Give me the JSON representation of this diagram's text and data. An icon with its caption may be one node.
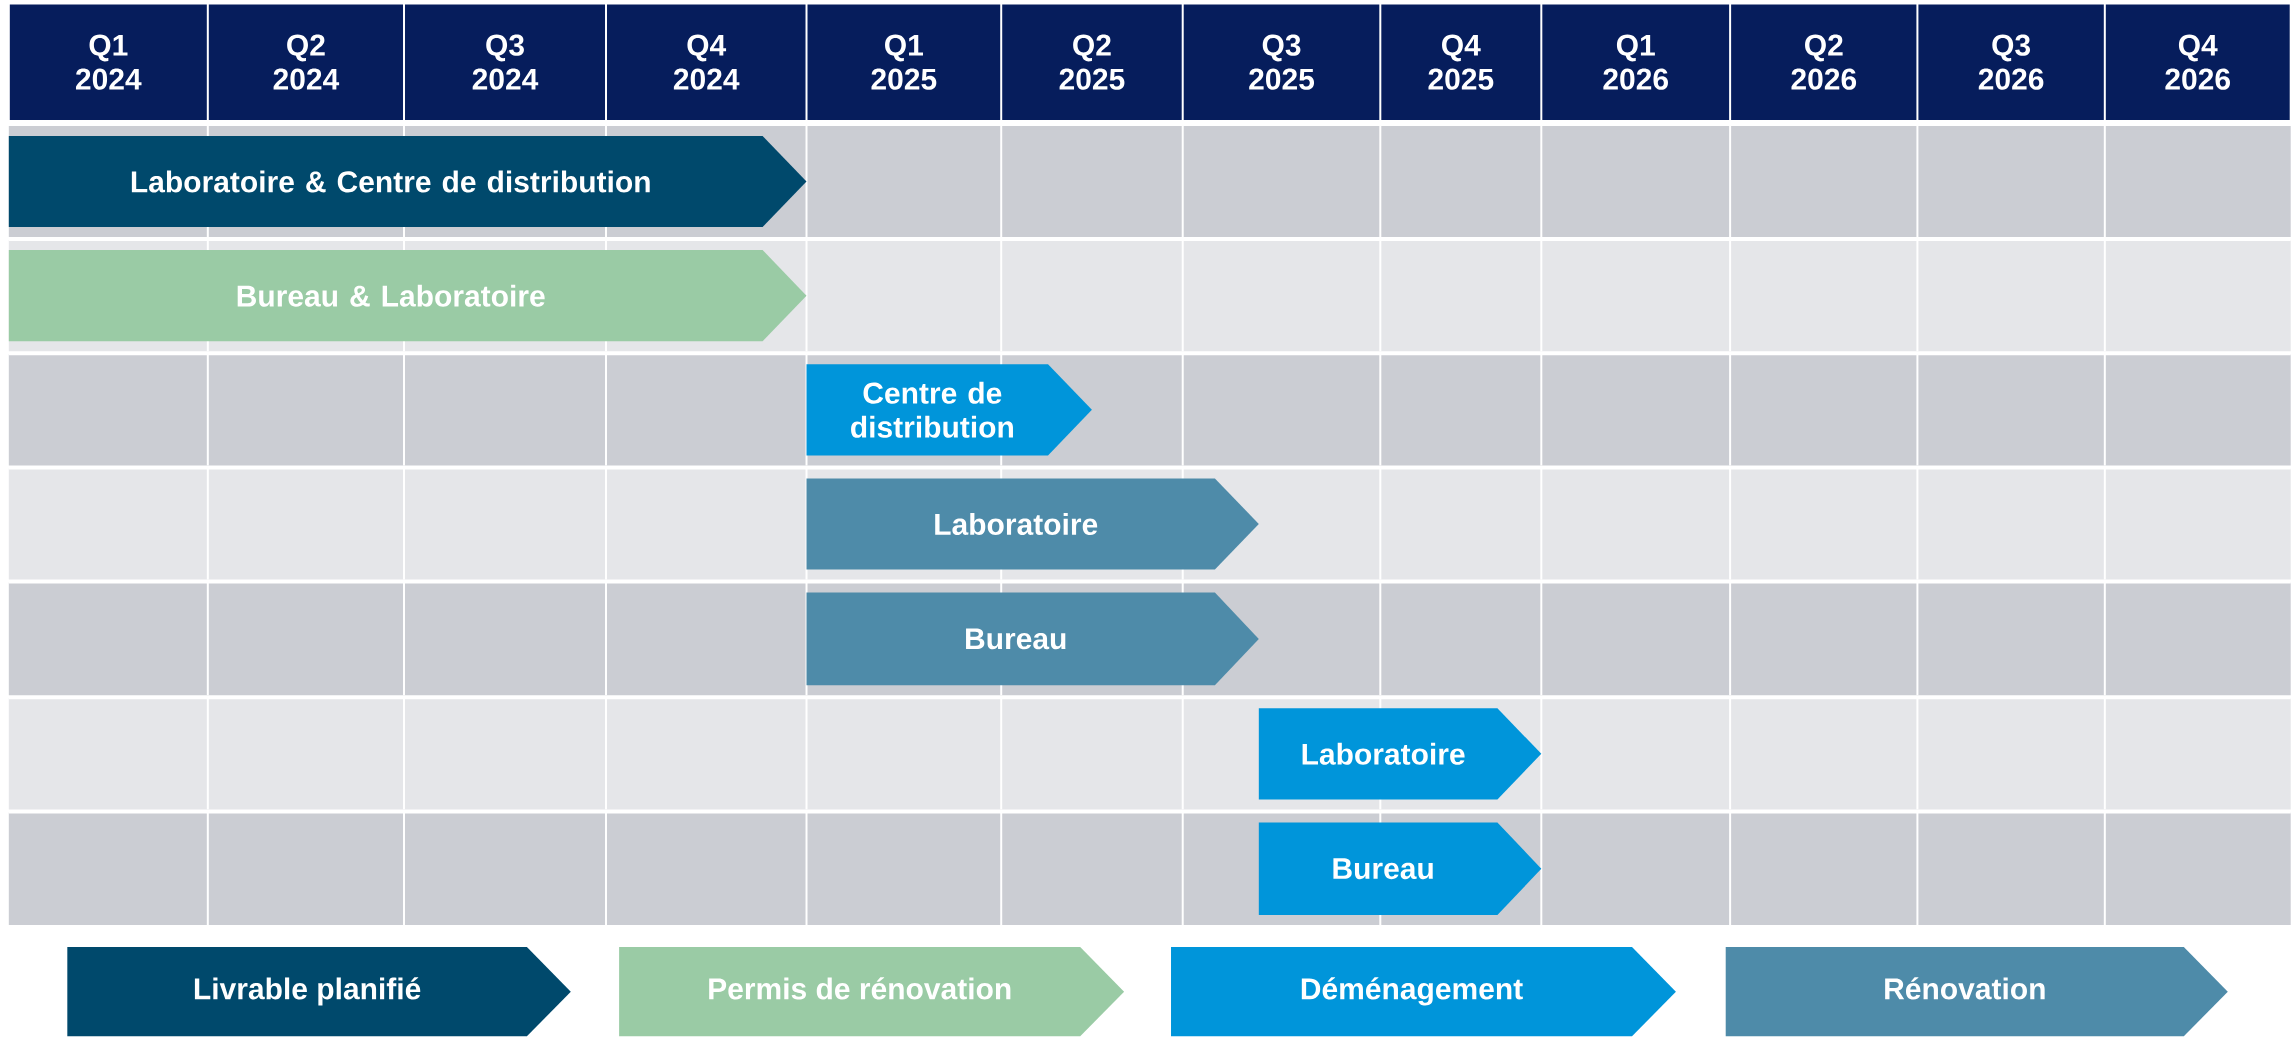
{
  "diagram": {
    "nodes": [
      {
        "text": [
          "Q1 2024"
        ]
      },
      {
        "text": [
          "Q2 2024"
        ]
      },
      {
        "text": [
          "Q3 2024"
        ]
      },
      {
        "text": [
          "Q4 2024"
        ]
      },
      {
        "text": [
          "Q1 2025"
        ]
      },
      {
        "text": [
          "Q2 2025"
        ]
      },
      {
        "text": [
          "Q3 2025"
        ]
      },
      {
        "text": [
          "Q4 2025"
        ]
      },
      {
        "text": [
          "Q1 2026"
        ]
      },
      {
        "text": [
          "Q2 2026"
        ]
      },
      {
        "text": [
          "Q3 2026"
        ]
      },
      {
        "text": [
          "Q4 2026"
        ]
      },
      {
        "text": [
          "Laboratoire & Centre de distribution"
        ]
      },
      {
        "text": [
          "Bureau & Laboratoire"
        ]
      },
      {
        "text": [
          "Centre de distribution"
        ]
      },
      {
        "text": [
          "Laboratoire"
        ]
      },
      {
        "text": [
          "Bureau"
        ]
      },
      {
        "text": [
          "Laboratoire"
        ]
      },
      {
        "text": [
          "Bureau"
        ]
      }
    ],
    "legend": [
      {
        "text": "Livrable planifié",
        "color": "#00496c"
      },
      {
        "text": "Permis de rénovation",
        "color": "#9acba5"
      },
      {
        "text": "Déménagement",
        "color": "#0095da"
      },
      {
        "text": "Rénovation",
        "color": "#4e8ba9"
      }
    ]
  }
}
